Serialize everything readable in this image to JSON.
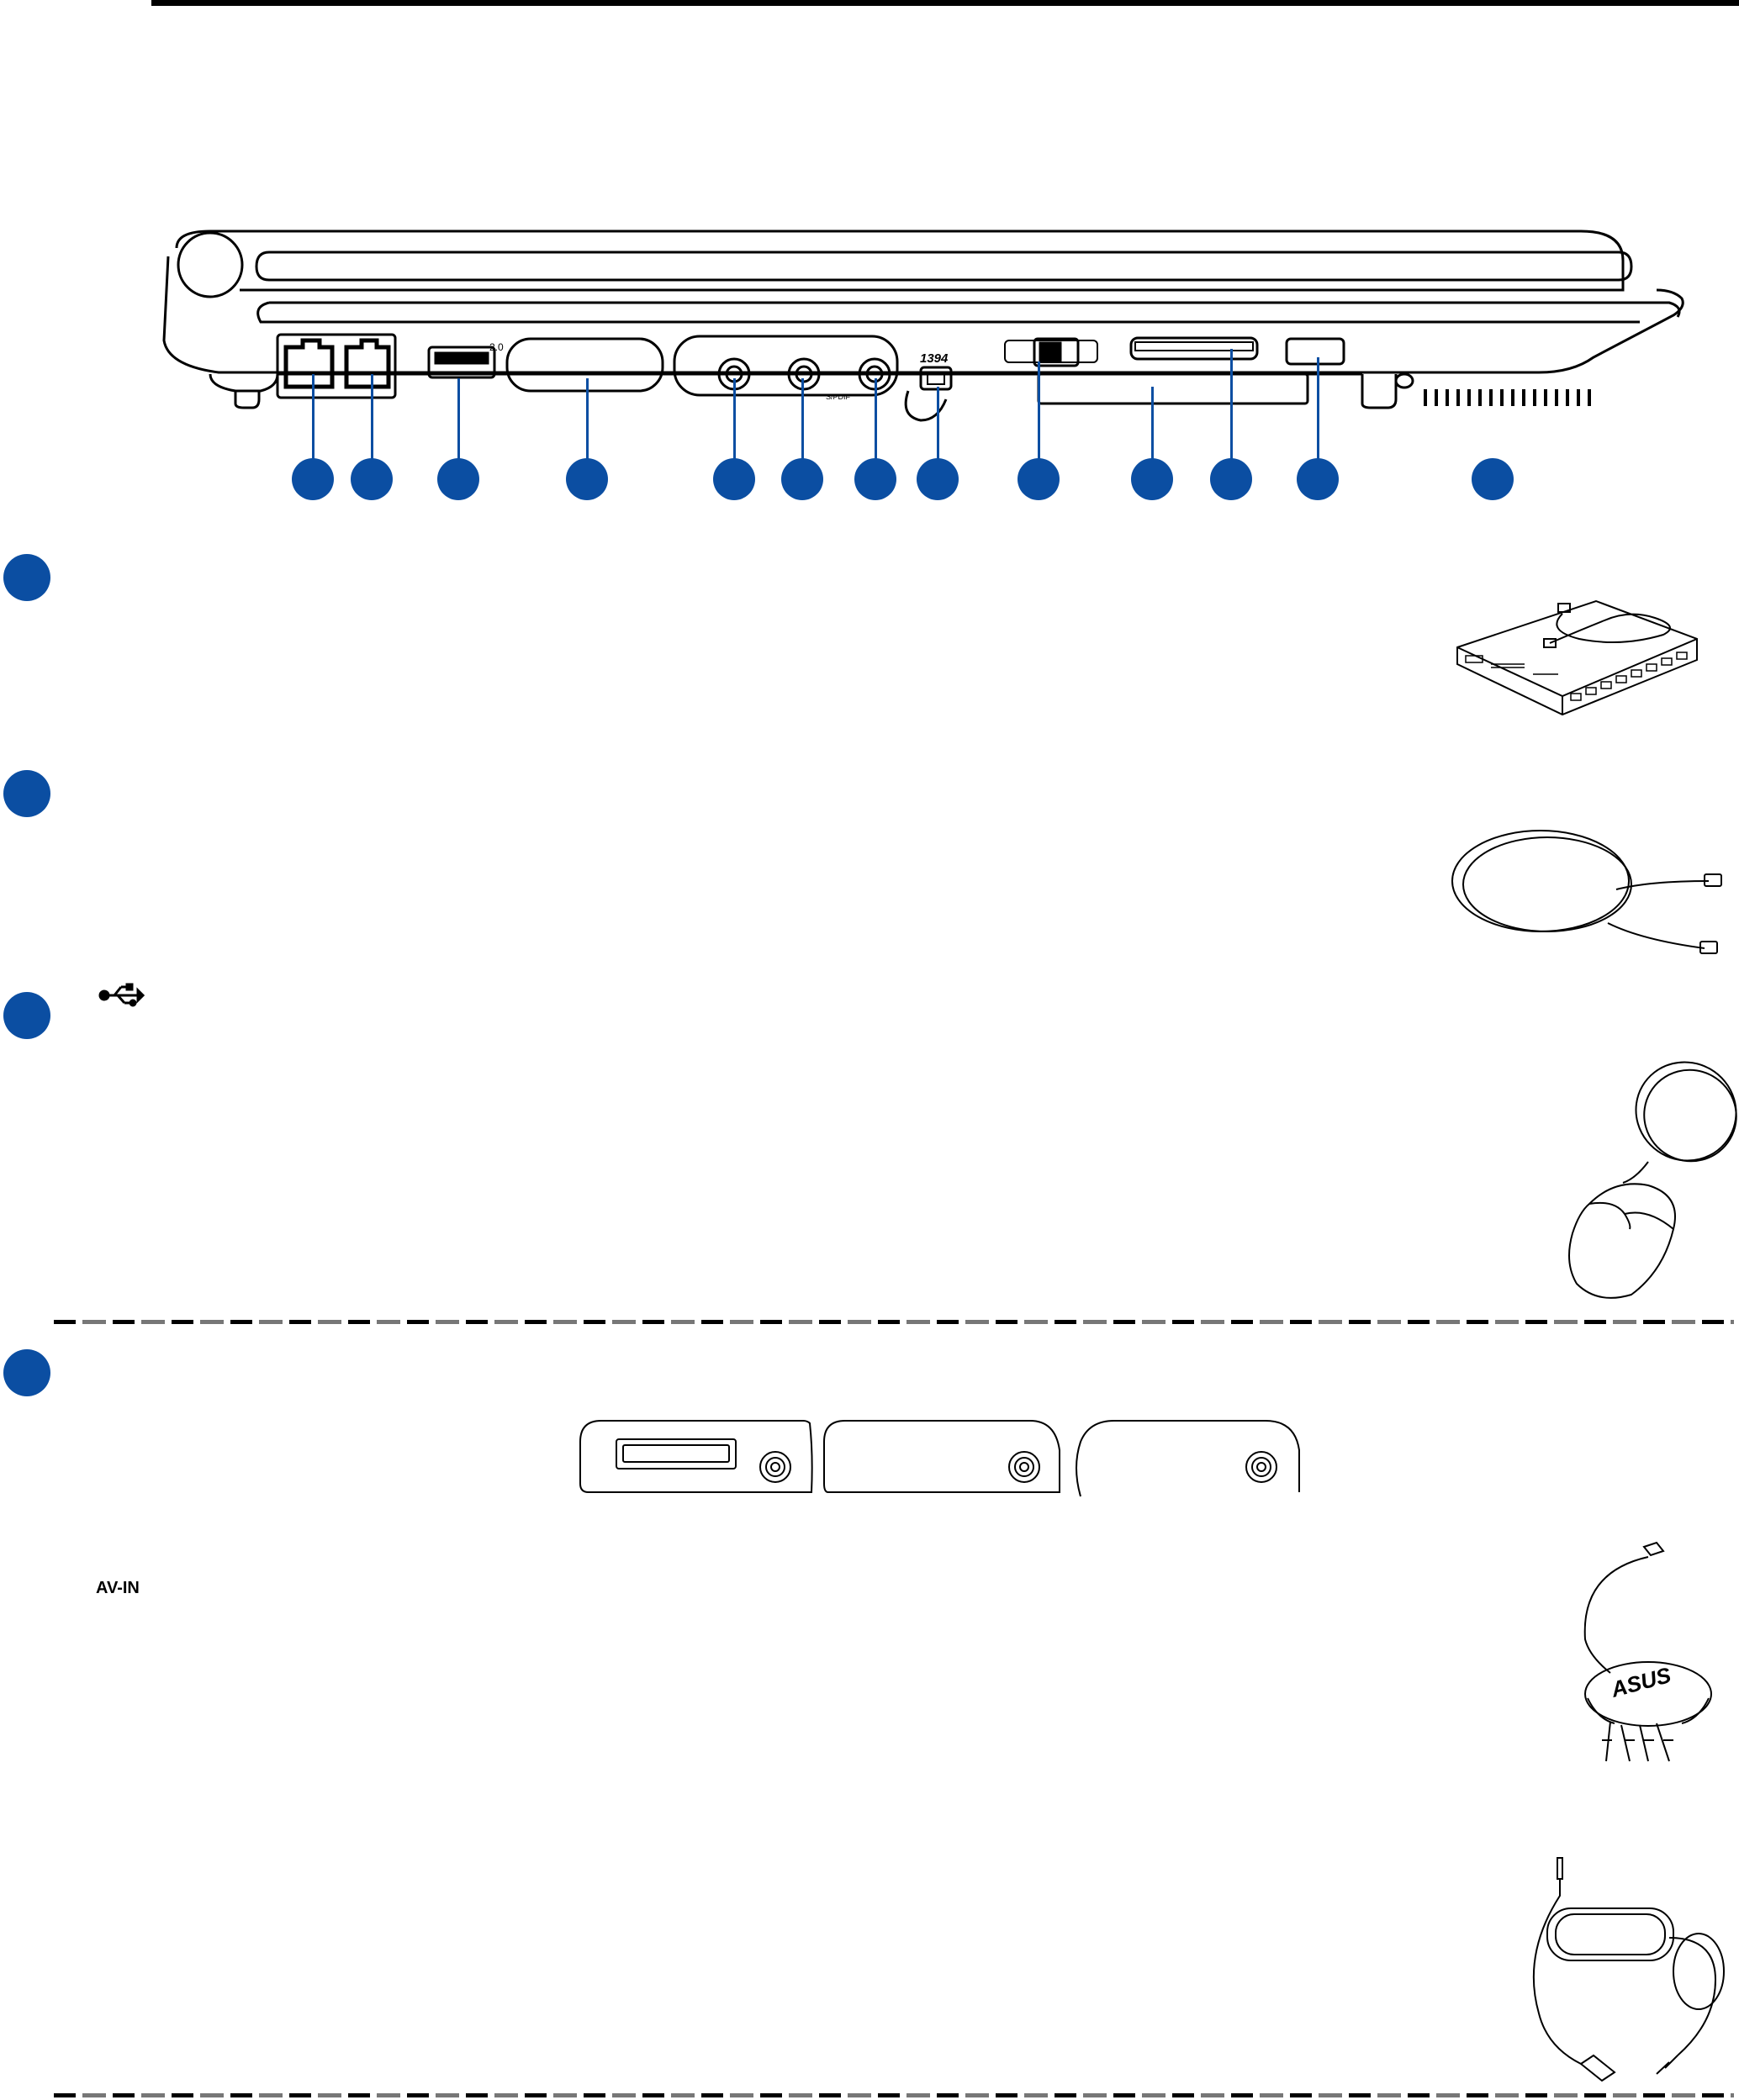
{
  "page": {
    "section_labels": {
      "usb_symbol": "usb-icon",
      "av_in": "AV-IN"
    },
    "laptop_side_markings": {
      "usb_version": "2.0",
      "firewire": "1394",
      "spdif": "S/PDIF"
    },
    "callout_numbers_visible": false,
    "icons": [
      "lan-icon",
      "modem-icon",
      "usb-icon",
      "line-in-icon",
      "microphone-icon",
      "headphone-icon",
      "firewire-icon",
      "wireless-icon",
      "expresscard-icon",
      "memory-card-icon",
      "consumer-ir-icon"
    ],
    "accent_color": "#0b4ea2"
  }
}
